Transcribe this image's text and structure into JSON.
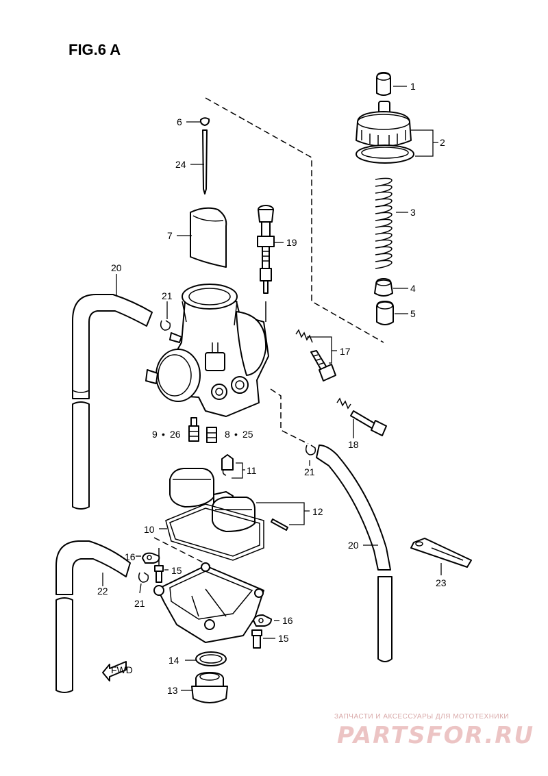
{
  "figure": {
    "title": "FIG.6 A"
  },
  "labels": {
    "l1": "1",
    "l2": "2",
    "l3": "3",
    "l4": "4",
    "l5": "5",
    "l6": "6",
    "l7": "7",
    "l8": "8",
    "l8_25": "25",
    "l9": "9",
    "l9_26": "26",
    "l10": "10",
    "l11": "11",
    "l12": "12",
    "l13": "13",
    "l14": "14",
    "l15a": "15",
    "l15b": "15",
    "l16a": "16",
    "l16b": "16",
    "l17": "17",
    "l18": "18",
    "l19": "19",
    "l20a": "20",
    "l20b": "20",
    "l21a": "21",
    "l21b": "21",
    "l21c": "21",
    "l22": "22",
    "l23": "23",
    "l24": "24",
    "fwd": "FWD",
    "sep": "•"
  },
  "watermark": {
    "caption": "ЗАПЧАСТИ И АКСЕССУАРЫ ДЛЯ МОТОТЕХНИКИ",
    "logo": "PARTSFOR.RU",
    "color": "#ecc4c4"
  }
}
